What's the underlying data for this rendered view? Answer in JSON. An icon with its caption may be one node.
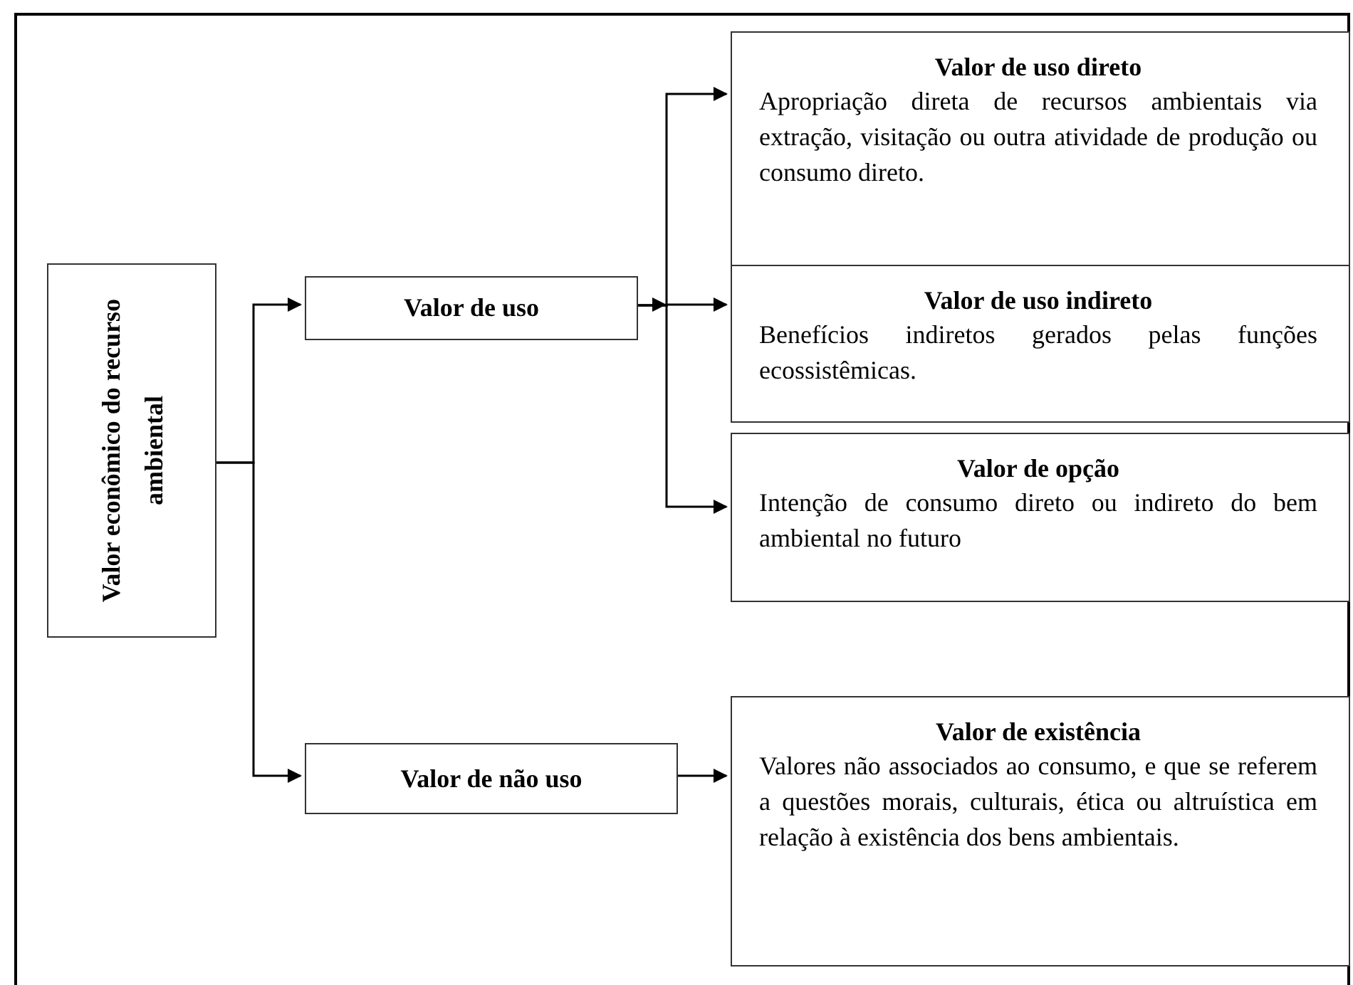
{
  "diagram": {
    "nodes": [
      {
        "text": [
          "Valor econômico do recurso ambiental"
        ]
      },
      {
        "text": [
          "Valor de uso"
        ]
      },
      {
        "text": [
          "Valor de não uso"
        ]
      },
      {
        "text": [
          "Valor de uso direto",
          "Apropriação direta de recursos ambientais via extração, visitação ou outra atividade de produção ou consumo direto."
        ]
      },
      {
        "text": [
          "Valor de uso indireto",
          "Benefícios indiretos gerados pelas funções ecossistêmicas."
        ]
      },
      {
        "text": [
          "Valor de opção",
          "Intenção de consumo direto ou indireto do bem ambiental no futuro"
        ]
      },
      {
        "text": [
          "Valor de existência",
          "Valores não associados ao consumo, e que se referem a questões morais, culturais, ética ou altruística em relação à existência dos bens ambientais."
        ]
      }
    ],
    "edges": [
      {
        "from": 0,
        "to": 1,
        "arrow": "to"
      },
      {
        "from": 0,
        "to": 2,
        "arrow": "to"
      },
      {
        "from": 1,
        "to": 3,
        "arrow": "to"
      },
      {
        "from": 1,
        "to": 4,
        "arrow": "to"
      },
      {
        "from": 1,
        "to": 5,
        "arrow": "to"
      },
      {
        "from": 2,
        "to": 6,
        "arrow": "to"
      }
    ]
  }
}
